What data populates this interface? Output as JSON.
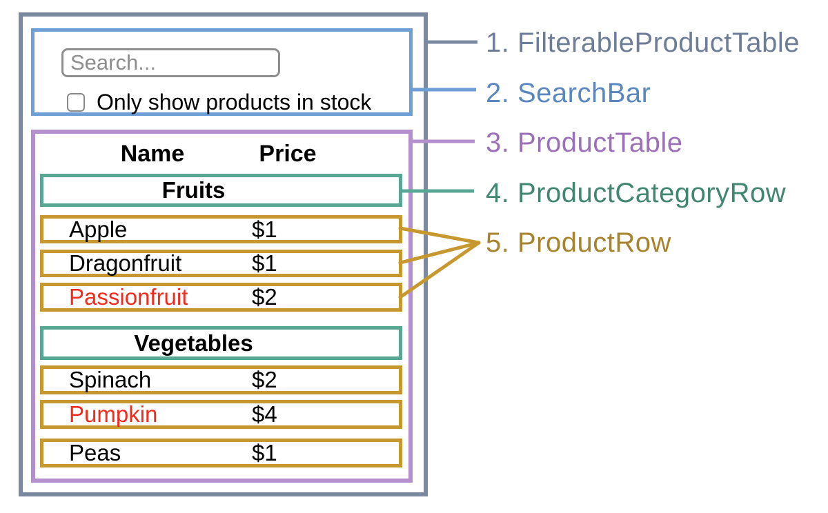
{
  "search_bar": {
    "placeholder": "Search...",
    "checkbox_label": "Only show products in stock",
    "checkbox_checked": false
  },
  "product_table": {
    "columns": [
      "Name",
      "Price"
    ],
    "categories": [
      {
        "label": "Fruits",
        "rows": [
          {
            "name": "Apple",
            "price": "$1",
            "out_of_stock": false
          },
          {
            "name": "Dragonfruit",
            "price": "$1",
            "out_of_stock": false
          },
          {
            "name": "Passionfruit",
            "price": "$2",
            "out_of_stock": true
          }
        ]
      },
      {
        "label": "Vegetables",
        "rows": [
          {
            "name": "Spinach",
            "price": "$2",
            "out_of_stock": false
          },
          {
            "name": "Pumpkin",
            "price": "$4",
            "out_of_stock": true
          },
          {
            "name": "Peas",
            "price": "$1",
            "out_of_stock": false
          }
        ]
      }
    ]
  },
  "legend": [
    {
      "label": "1. FilterableProductTable",
      "color": "#6e7d97"
    },
    {
      "label": "2. SearchBar",
      "color": "#5a87c0"
    },
    {
      "label": "3. ProductTable",
      "color": "#9b70b8"
    },
    {
      "label": "4. ProductCategoryRow",
      "color": "#418672"
    },
    {
      "label": "5. ProductRow",
      "color": "#a6832c"
    }
  ],
  "colors": {
    "filterable_product_table_border": "#7b89a0",
    "search_bar_border": "#6d9ed6",
    "product_table_border": "#b58fcd",
    "category_row_border": "#57a794",
    "product_row_border": "#c7982f",
    "out_of_stock_text": "#f32b1c",
    "input_border": "#8e8e8e",
    "placeholder_text": "#8d8d8d"
  }
}
